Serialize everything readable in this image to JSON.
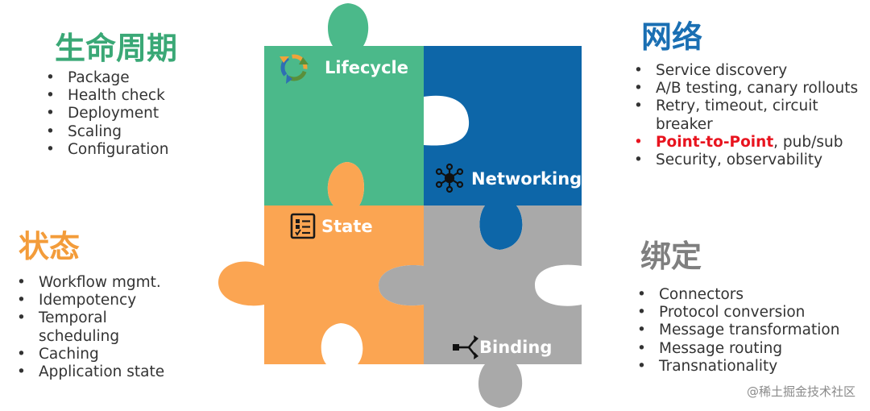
{
  "lifecycle": {
    "heading": "生命周期",
    "color": "#3aa876",
    "items": [
      "Package",
      "Health check",
      "Deployment",
      "Scaling",
      "Configuration"
    ]
  },
  "networking": {
    "heading": "网络",
    "color": "#1a6fb3",
    "items": [
      {
        "main": "Service discovery"
      },
      {
        "main": "A/B testing, canary rollouts"
      },
      {
        "main": "Retry, timeout, circuit",
        "cont": "breaker"
      },
      {
        "highlight": "Point-to-Point",
        "rest": ", pub/sub",
        "bullet_color": "#e8141f"
      },
      {
        "main": "Security, observability"
      }
    ]
  },
  "state": {
    "heading": "状态",
    "color": "#f39c3a",
    "items": [
      {
        "main": "Workflow mgmt."
      },
      {
        "main": "Idempotency"
      },
      {
        "main": "Temporal",
        "cont": "scheduling"
      },
      {
        "main": "Caching"
      },
      {
        "main": "Application state"
      }
    ]
  },
  "binding": {
    "heading": "绑定",
    "color": "#7f7f7f",
    "items": [
      "Connectors",
      "Protocol conversion",
      "Message transformation",
      "Message routing",
      "Transnationality"
    ]
  },
  "puzzle": {
    "lifecycle_label": "Lifecycle",
    "networking_label": "Networking",
    "state_label": "State",
    "binding_label": "Binding",
    "lifecycle_color": "#4bb98a",
    "networking_color": "#0d66a8",
    "state_color": "#fba552",
    "binding_color": "#a9a9a9",
    "lifecycle_icon": "cycle-arrows-icon",
    "networking_icon": "network-hub-icon",
    "state_icon": "checklist-icon",
    "binding_icon": "split-connector-icon"
  },
  "bullet": "•",
  "watermark": "@稀土掘金技术社区"
}
